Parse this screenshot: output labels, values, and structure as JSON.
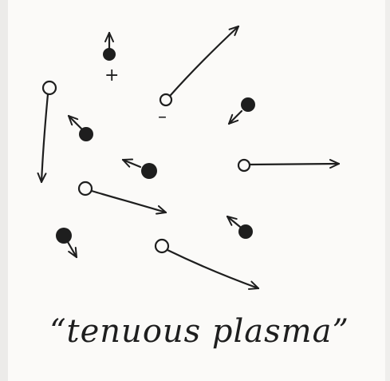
{
  "caption": "“tenuous plasma”",
  "charge_labels": {
    "positive": "+",
    "negative": "–"
  },
  "legend_semantics": {
    "filled_dot": "positive ion",
    "open_circle": "electron"
  },
  "colors": {
    "ink": "#1e1e1e",
    "paper": "#fbfaf8"
  },
  "particles": [
    {
      "kind": "ion",
      "charge": "positive",
      "motion": "slow",
      "direction": "up"
    },
    {
      "kind": "electron",
      "charge": "negative",
      "motion": "fast",
      "direction": "up-right"
    },
    {
      "kind": "electron",
      "charge": "negative",
      "motion": "fast",
      "direction": "down"
    },
    {
      "kind": "ion",
      "charge": "positive",
      "motion": "slow",
      "direction": "up-left"
    },
    {
      "kind": "ion",
      "charge": "positive",
      "motion": "slow",
      "direction": "down-left"
    },
    {
      "kind": "ion",
      "charge": "positive",
      "motion": "slow",
      "direction": "left"
    },
    {
      "kind": "electron",
      "charge": "negative",
      "motion": "fast",
      "direction": "right"
    },
    {
      "kind": "electron",
      "charge": "negative",
      "motion": "fast",
      "direction": "right-down"
    },
    {
      "kind": "ion",
      "charge": "positive",
      "motion": "slow",
      "direction": "down"
    },
    {
      "kind": "ion",
      "charge": "positive",
      "motion": "slow",
      "direction": "up-left"
    },
    {
      "kind": "electron",
      "charge": "negative",
      "motion": "fast",
      "direction": "down-right"
    }
  ]
}
